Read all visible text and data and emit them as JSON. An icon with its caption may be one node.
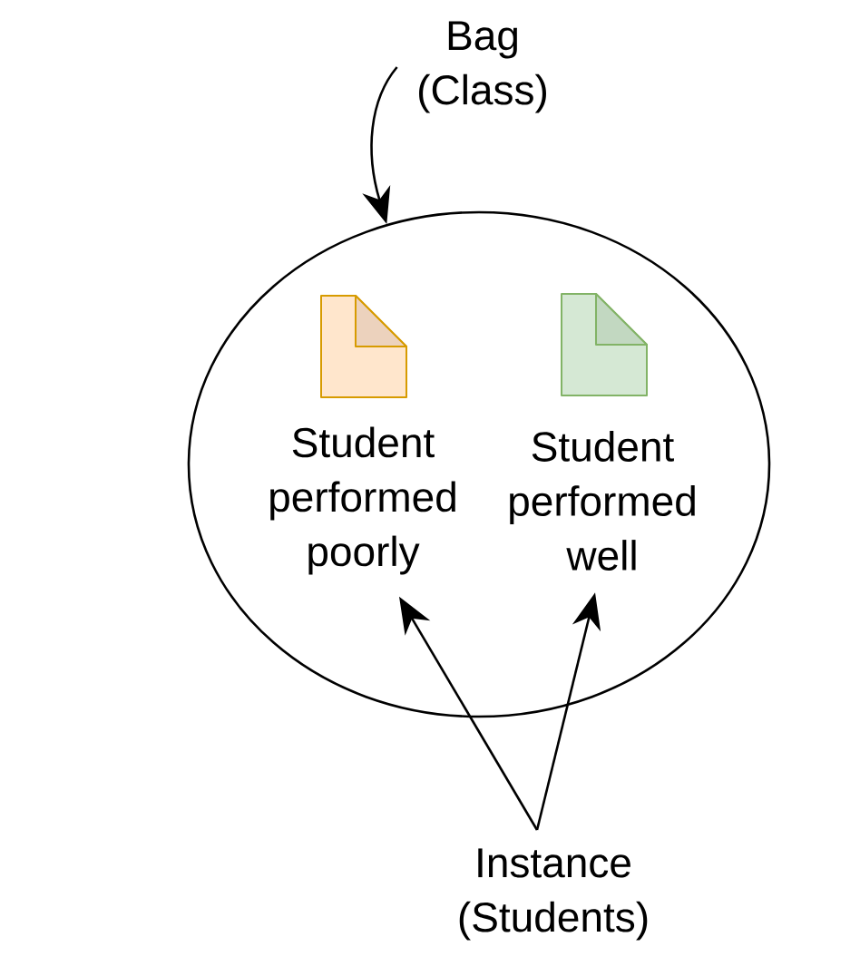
{
  "diagram": {
    "nodes": [
      {
        "text": [
          "Bag (Class)"
        ]
      },
      {
        "text": [],
        "shape": "ellipse"
      },
      {
        "text": [
          "Student performed poorly"
        ],
        "in": 1
      },
      {
        "text": [
          "Student performed well"
        ],
        "in": 1
      },
      {
        "text": [
          "Instance (Students)"
        ]
      }
    ],
    "edges": [
      {
        "from": 0,
        "to": 1,
        "arrow": "to"
      },
      {
        "from": 4,
        "to": 2,
        "arrow": "to"
      },
      {
        "from": 4,
        "to": 3,
        "arrow": "to"
      }
    ]
  }
}
